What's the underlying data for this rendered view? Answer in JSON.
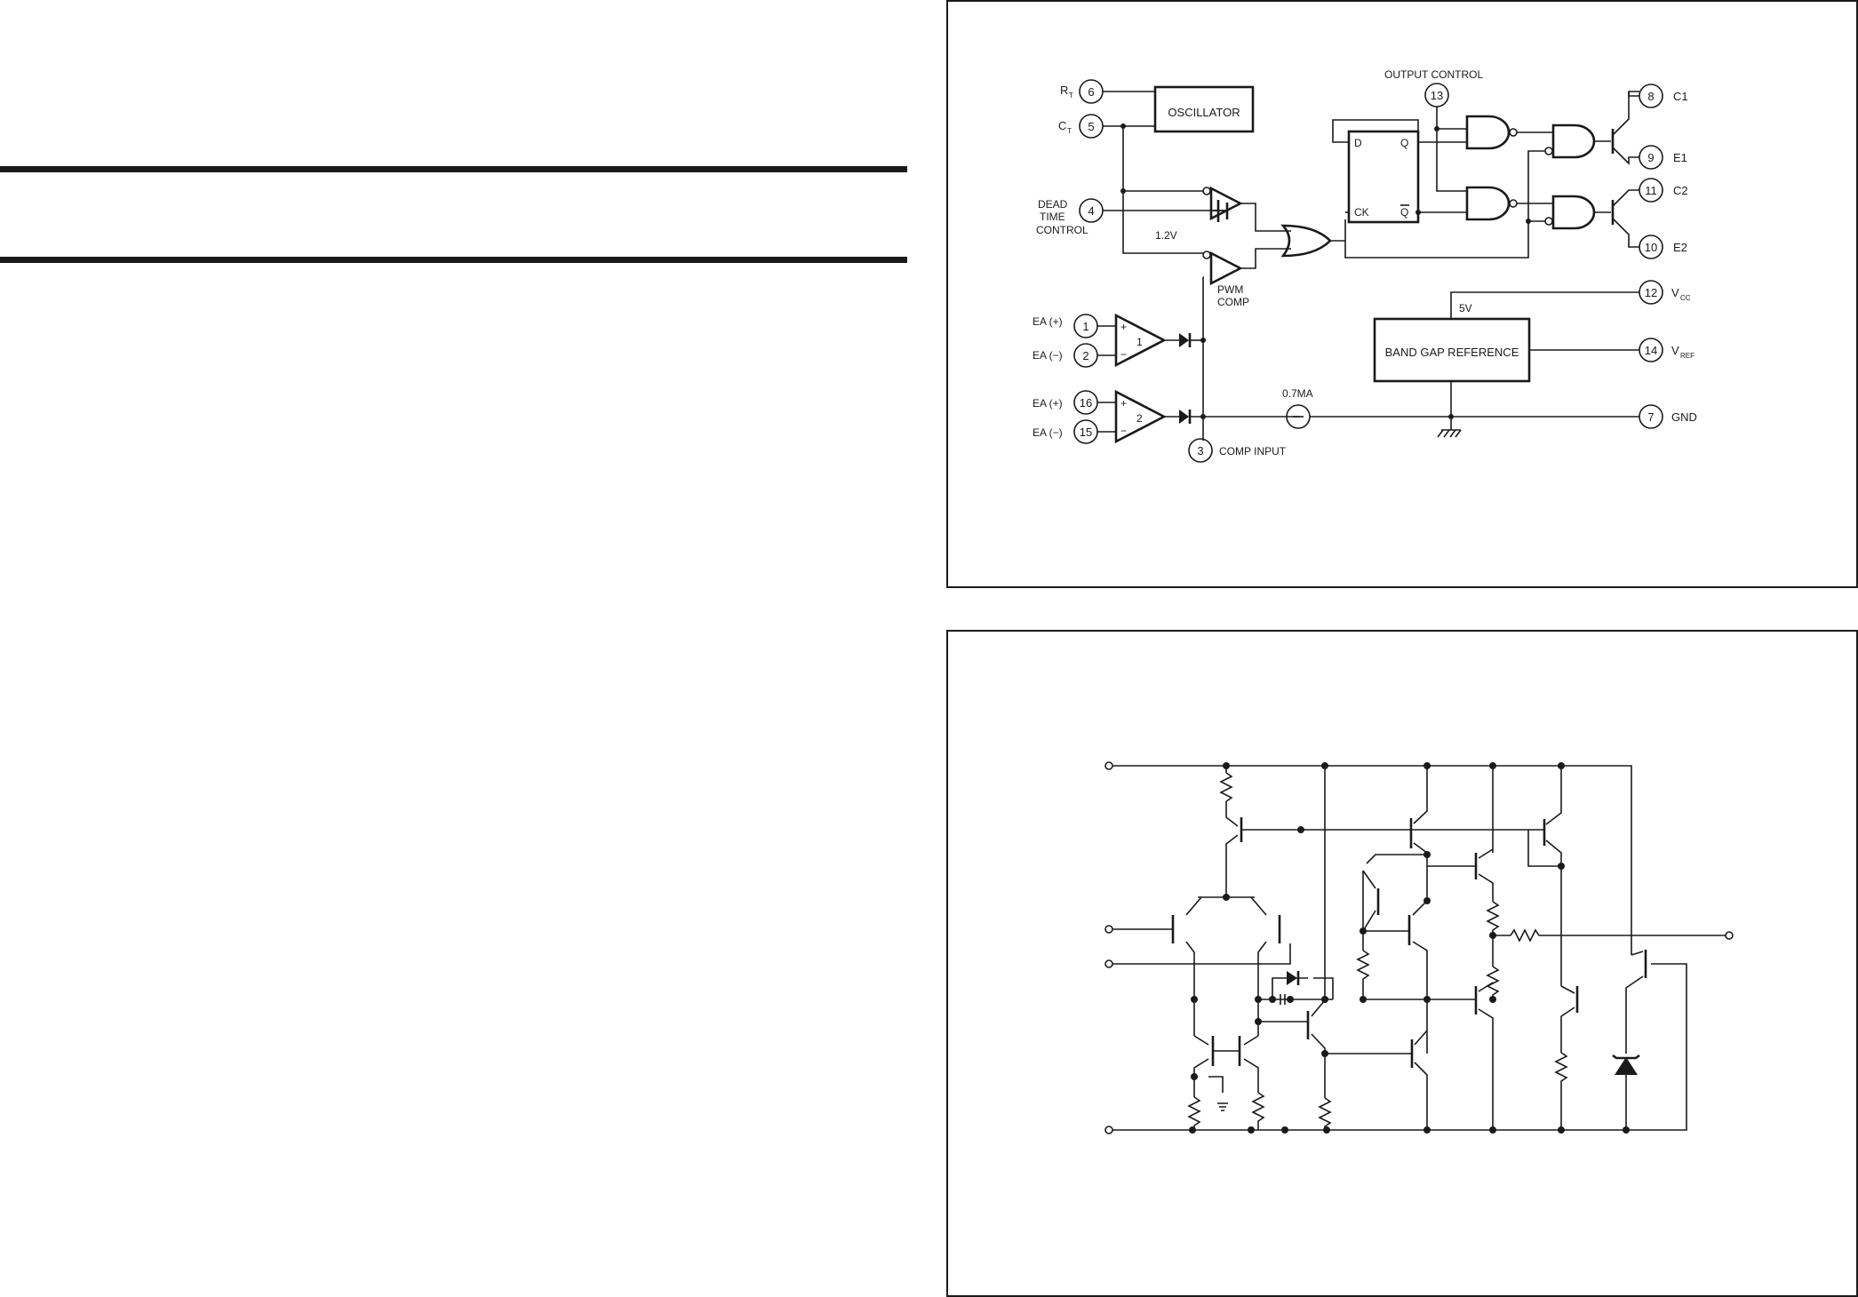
{
  "block_diagram": {
    "pins": {
      "rt": {
        "num": "6",
        "label": "R",
        "sub": "T"
      },
      "ct": {
        "num": "5",
        "label": "C",
        "sub": "T"
      },
      "dtc": {
        "num": "4",
        "label_lines": [
          "DEAD",
          "TIME",
          "CONTROL"
        ]
      },
      "ea1p": {
        "num": "1",
        "label": "EA (+)"
      },
      "ea1n": {
        "num": "2",
        "label": "EA (−)"
      },
      "ea2p": {
        "num": "16",
        "label": "EA (+)"
      },
      "ea2n": {
        "num": "15",
        "label": "EA (−)"
      },
      "comp": {
        "num": "3",
        "label": "COMP INPUT"
      },
      "outctl": {
        "num": "13",
        "label": "OUTPUT CONTROL"
      },
      "c1": {
        "num": "8",
        "label": "C1"
      },
      "e1": {
        "num": "9",
        "label": "E1"
      },
      "c2": {
        "num": "11",
        "label": "C2"
      },
      "e2": {
        "num": "10",
        "label": "E2"
      },
      "vcc": {
        "num": "12",
        "label": "V",
        "sub": "CC"
      },
      "vref": {
        "num": "14",
        "label": "V",
        "sub": "REF"
      },
      "gnd": {
        "num": "7",
        "label": "GND"
      }
    },
    "blocks": {
      "oscillator": "OSCILLATOR",
      "bandgap": "BAND GAP REFERENCE"
    },
    "labels": {
      "v12": "1.2V",
      "pwm": [
        "PWM",
        "COMP"
      ],
      "ea1": "1",
      "ea2": "2",
      "plus": "+",
      "minus": "−",
      "ff_d": "D",
      "ff_q": "Q",
      "ff_ck": "CK",
      "ff_qb": "Q",
      "v5": "5V",
      "current": "0.7MA"
    }
  }
}
